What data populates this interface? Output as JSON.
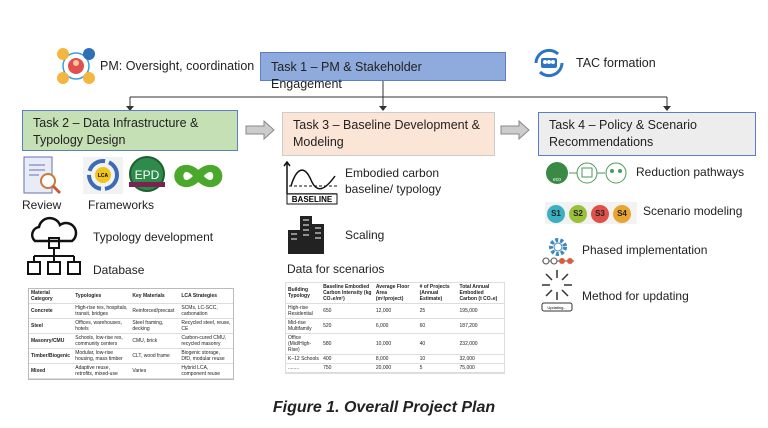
{
  "pm": {
    "label": "PM: Oversight, coordination"
  },
  "tac": {
    "label": "TAC formation"
  },
  "task1": {
    "label": "Task 1 – PM & Stakeholder Engagement",
    "color": "#8faadc"
  },
  "task2": {
    "label": "Task 2 – Data Infrastructure & Typology Design",
    "color": "#c5e0b4",
    "review": "Review",
    "frameworks": "Frameworks",
    "lca_logo": "LCA",
    "epd_logo": "EPD",
    "typology": "Typology development",
    "database": "Database",
    "table": {
      "headers": [
        "Material Category",
        "Typologies",
        "Key Materials",
        "LCA Strategies"
      ],
      "rows": [
        [
          "Concrete",
          "High-rise res, hospitals, transit, bridges",
          "Reinforced/precast",
          "SCMs, LC-SCC, carbonation"
        ],
        [
          "Steel",
          "Offices, warehouses, hotels",
          "Steel framing, decking",
          "Recycled steel, reuse, CE"
        ],
        [
          "Masonry/CMU",
          "Schools, low-rise res, community centers",
          "CMU, brick",
          "Carbon-cured CMU, recycled masonry"
        ],
        [
          "Timber/Biogenic",
          "Modular, low-rise housing, mass timber",
          "CLT, wood frame",
          "Biogenic storage, DfD, modular reuse"
        ],
        [
          "Mixed",
          "Adaptive reuse, retrofits, mixed-use",
          "Varies",
          "Hybrid LCA, component reuse"
        ]
      ]
    }
  },
  "task3": {
    "label": "Task 3 – Baseline Development & Modeling",
    "color": "#fbe5d6",
    "baseline": "Embodied carbon baseline/ typology",
    "baseline_icon_text": "BASELINE",
    "scaling": "Scaling",
    "data": "Data for scenarios",
    "table": {
      "headers": [
        "Building Typology",
        "Baseline Embodied Carbon Intensity (kg CO₂e/m²)",
        "Average Floor Area (m²/project)",
        "# of Projects (Annual Estimate)",
        "Total Annual Embodied Carbon (t CO₂e)"
      ],
      "rows": [
        [
          "High-rise Residential",
          "650",
          "12,000",
          "25",
          "195,000"
        ],
        [
          "Mid-rise Multifamily",
          "520",
          "6,000",
          "60",
          "187,200"
        ],
        [
          "Office (Mid/High-Rise)",
          "580",
          "10,000",
          "40",
          "232,000"
        ],
        [
          "K–12 Schools",
          "400",
          "8,000",
          "10",
          "32,000"
        ],
        [
          "........",
          "750",
          "20,000",
          "5",
          "75,000"
        ]
      ]
    }
  },
  "task4": {
    "label": "Task 4 – Policy & Scenario Recommendations",
    "color": "#ededed",
    "reduction": "Reduction pathways",
    "eco": "eco",
    "scenarios": [
      "S1",
      "S2",
      "S3",
      "S4"
    ],
    "scenario_colors": [
      "#3bb0c0",
      "#9bc13c",
      "#e0504a",
      "#e8a531"
    ],
    "scenario_label": "Scenario modeling",
    "phased": "Phased implementation",
    "method": "Method for updating",
    "updating": "Updating..."
  },
  "caption": "Figure 1. Overall Project Plan"
}
